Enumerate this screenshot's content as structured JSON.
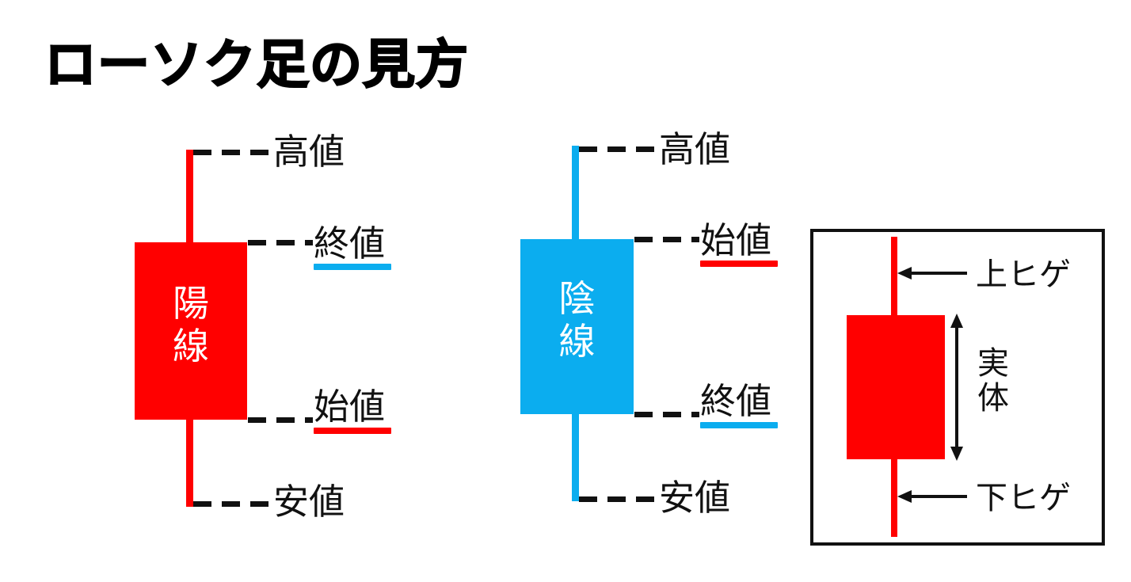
{
  "title": "ローソク足の見方",
  "colors": {
    "bullish": "#FF0000",
    "bearish": "#0BADEF",
    "text": "#111111",
    "background": "#FFFFFF",
    "box_border": "#111111"
  },
  "diagrams": [
    {
      "name": "bullish-candle",
      "body_label": "陽\n線",
      "body_color": "#FF0000",
      "labels": [
        {
          "key": "high",
          "text": "高値",
          "underline": "none"
        },
        {
          "key": "close",
          "text": "終値",
          "underline": "#0BADEF"
        },
        {
          "key": "open",
          "text": "始値",
          "underline": "#FF0000"
        },
        {
          "key": "low",
          "text": "安値",
          "underline": "none"
        }
      ]
    },
    {
      "name": "bearish-candle",
      "body_label": "陰\n線",
      "body_color": "#0BADEF",
      "labels": [
        {
          "key": "high",
          "text": "高値",
          "underline": "none"
        },
        {
          "key": "open",
          "text": "始値",
          "underline": "#FF0000"
        },
        {
          "key": "close",
          "text": "終値",
          "underline": "#0BADEF"
        },
        {
          "key": "low",
          "text": "安値",
          "underline": "none"
        }
      ]
    }
  ],
  "anatomy_panel": {
    "name": "candle-anatomy",
    "body_color": "#FF0000",
    "upper_wick_label": "上ヒゲ",
    "real_body_label": "実\n体",
    "lower_wick_label": "下ヒゲ"
  }
}
